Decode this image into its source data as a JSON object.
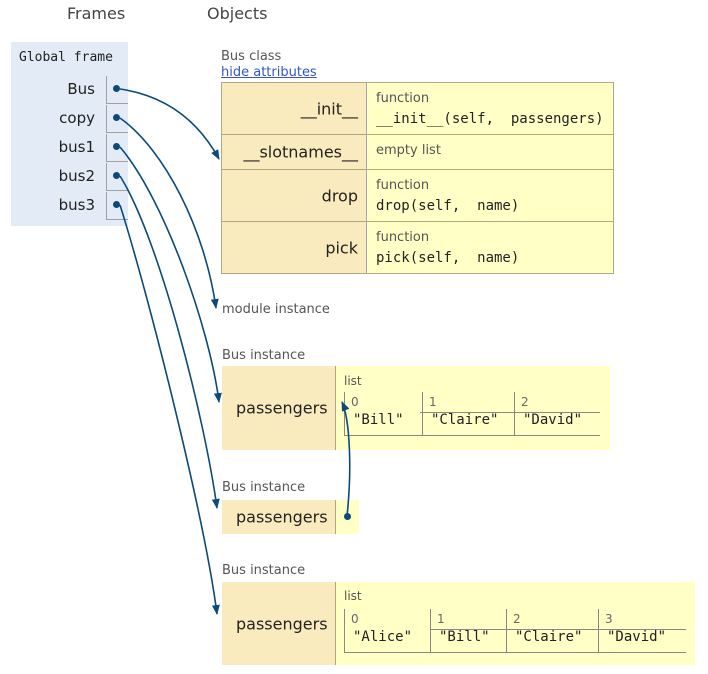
{
  "headers": {
    "frames": "Frames",
    "objects": "Objects"
  },
  "global_frame": {
    "title": "Global frame",
    "variables": [
      "Bus",
      "copy",
      "bus1",
      "bus2",
      "bus3"
    ]
  },
  "bus_class": {
    "label": "Bus class",
    "hide_link": "hide attributes",
    "attributes": [
      {
        "key": "__init__",
        "kind": "function",
        "signature": "__init__(self,  passengers)"
      },
      {
        "key": "__slotnames__",
        "kind": "empty list",
        "signature": ""
      },
      {
        "key": "drop",
        "kind": "function",
        "signature": "drop(self,  name)"
      },
      {
        "key": "pick",
        "kind": "function",
        "signature": "pick(self,  name)"
      }
    ]
  },
  "module_instance": {
    "label": "module instance"
  },
  "instances": [
    {
      "label": "Bus instance",
      "attr": "passengers",
      "list_label": "list",
      "indices": [
        "0",
        "1",
        "2"
      ],
      "items": [
        "\"Bill\"",
        "\"Claire\"",
        "\"David\""
      ]
    },
    {
      "label": "Bus instance",
      "attr": "passengers"
    },
    {
      "label": "Bus instance",
      "attr": "passengers",
      "list_label": "list",
      "indices": [
        "0",
        "1",
        "2",
        "3"
      ],
      "items": [
        "\"Alice\"",
        "\"Bill\"",
        "\"Claire\"",
        "\"David\""
      ]
    }
  ],
  "colors": {
    "frame_bg": "#e2ebf6",
    "object_key_bg": "#faebbf",
    "object_value_bg": "#ffffc6",
    "arrow": "#0c4a7a",
    "link": "#3355cc"
  }
}
